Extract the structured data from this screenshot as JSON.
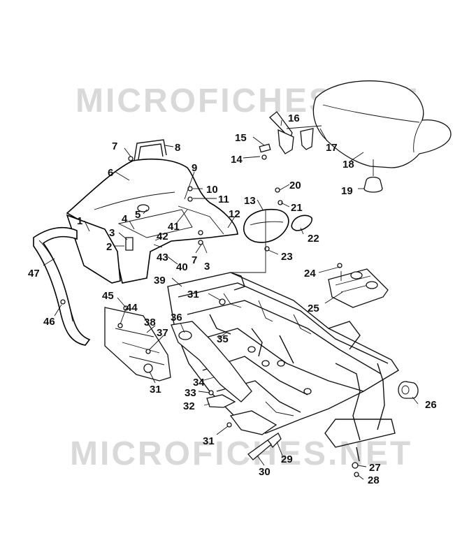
{
  "watermark": {
    "top_text": "MICROFICHES.NET",
    "bottom_text": "MICROFICHES.NET"
  },
  "diagram": {
    "callouts": [
      {
        "id": "c1",
        "label": "1"
      },
      {
        "id": "c2",
        "label": "2"
      },
      {
        "id": "c3a",
        "label": "3"
      },
      {
        "id": "c3b",
        "label": "3"
      },
      {
        "id": "c4",
        "label": "4"
      },
      {
        "id": "c5",
        "label": "5"
      },
      {
        "id": "c6",
        "label": "6"
      },
      {
        "id": "c7a",
        "label": "7"
      },
      {
        "id": "c7b",
        "label": "7"
      },
      {
        "id": "c8",
        "label": "8"
      },
      {
        "id": "c9",
        "label": "9"
      },
      {
        "id": "c10",
        "label": "10"
      },
      {
        "id": "c11",
        "label": "11"
      },
      {
        "id": "c12",
        "label": "12"
      },
      {
        "id": "c13",
        "label": "13"
      },
      {
        "id": "c14",
        "label": "14"
      },
      {
        "id": "c15",
        "label": "15"
      },
      {
        "id": "c16",
        "label": "16"
      },
      {
        "id": "c17",
        "label": "17"
      },
      {
        "id": "c18",
        "label": "18"
      },
      {
        "id": "c19",
        "label": "19"
      },
      {
        "id": "c20",
        "label": "20"
      },
      {
        "id": "c21",
        "label": "21"
      },
      {
        "id": "c22",
        "label": "22"
      },
      {
        "id": "c23",
        "label": "23"
      },
      {
        "id": "c24",
        "label": "24"
      },
      {
        "id": "c25",
        "label": "25"
      },
      {
        "id": "c26",
        "label": "26"
      },
      {
        "id": "c27",
        "label": "27"
      },
      {
        "id": "c28",
        "label": "28"
      },
      {
        "id": "c29",
        "label": "29"
      },
      {
        "id": "c30",
        "label": "30"
      },
      {
        "id": "c31a",
        "label": "31"
      },
      {
        "id": "c31b",
        "label": "31"
      },
      {
        "id": "c31c",
        "label": "31"
      },
      {
        "id": "c32",
        "label": "32"
      },
      {
        "id": "c33",
        "label": "33"
      },
      {
        "id": "c34",
        "label": "34"
      },
      {
        "id": "c35",
        "label": "35"
      },
      {
        "id": "c36",
        "label": "36"
      },
      {
        "id": "c37",
        "label": "37"
      },
      {
        "id": "c38",
        "label": "38"
      },
      {
        "id": "c39",
        "label": "39"
      },
      {
        "id": "c40",
        "label": "40"
      },
      {
        "id": "c41",
        "label": "41"
      },
      {
        "id": "c42",
        "label": "42"
      },
      {
        "id": "c43",
        "label": "43"
      },
      {
        "id": "c44",
        "label": "44"
      },
      {
        "id": "c45",
        "label": "45"
      },
      {
        "id": "c46",
        "label": "46"
      },
      {
        "id": "c47",
        "label": "47"
      }
    ]
  }
}
